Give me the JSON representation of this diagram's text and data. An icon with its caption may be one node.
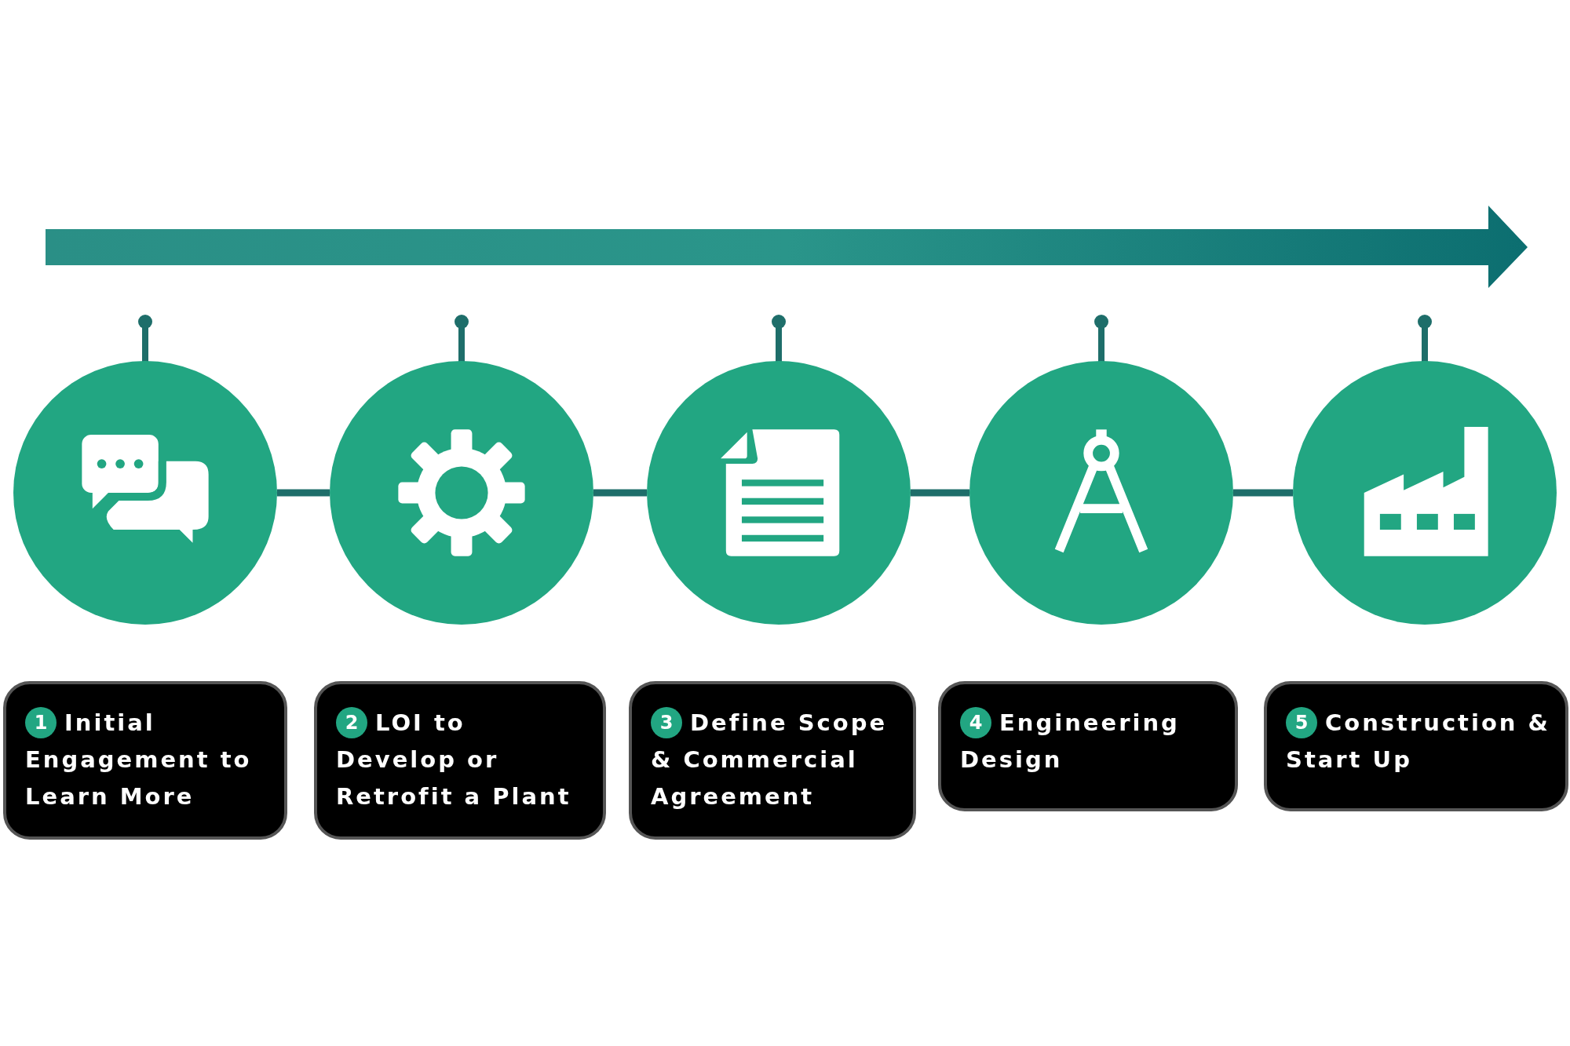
{
  "diagram": {
    "nodes": [
      {
        "text": [],
        "shape": "circle"
      },
      {
        "text": [],
        "shape": "circle"
      },
      {
        "text": [],
        "shape": "circle"
      },
      {
        "text": [],
        "shape": "circle"
      },
      {
        "text": [],
        "shape": "circle"
      },
      {
        "text": [
          "1",
          "Initial Engagement to Learn More"
        ]
      },
      {
        "text": [
          "2",
          "LOI to Develop or Retrofit a Plant"
        ]
      },
      {
        "text": [
          "3",
          "Define Scope & Commercial Agreement"
        ]
      },
      {
        "text": [
          "4",
          "Engineering Design"
        ]
      },
      {
        "text": [
          "5",
          "Construction & Start Up"
        ]
      }
    ],
    "edges": [
      {
        "from": 0,
        "to": 1,
        "arrow": "none"
      },
      {
        "from": 1,
        "to": 2,
        "arrow": "none"
      },
      {
        "from": 2,
        "to": 3,
        "arrow": "none"
      },
      {
        "from": 3,
        "to": 4,
        "arrow": "none"
      }
    ]
  }
}
